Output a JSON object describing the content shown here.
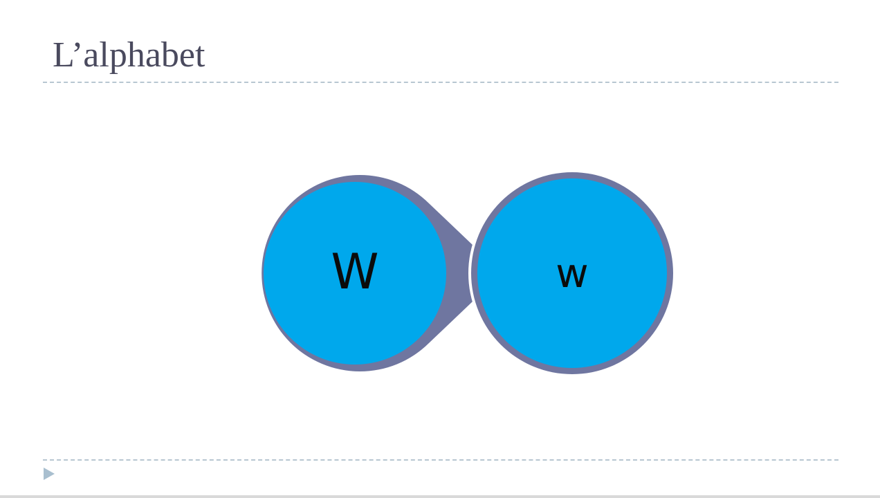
{
  "slide": {
    "title": "L’alphabet",
    "uppercase_letter": "W",
    "lowercase_letter": "w"
  },
  "colors": {
    "circle_fill": "#00a8ec",
    "circle_border": "#6f76a0",
    "title_text": "#4a4a5e",
    "divider": "#b7c6d1",
    "bullet": "#a9bfcf"
  },
  "icons": {
    "footer_bullet": "triangle-right-icon"
  }
}
